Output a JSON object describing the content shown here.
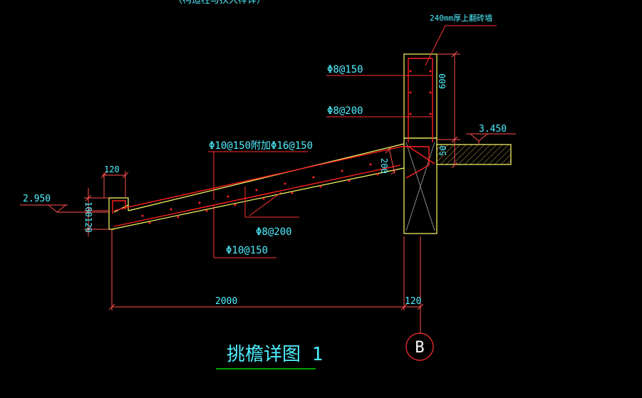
{
  "drawing": {
    "top_fragment": "（构造柱与扶大样详）",
    "title": "挑檐详图 1",
    "grid_bubble": "B"
  },
  "annotations": {
    "wall_note": "240mm厚上翻砖墙",
    "rebar_top_wall": "Φ8@150",
    "rebar_mid_wall": "Φ8@200",
    "rebar_slab_top": "Φ10@150附加Φ16@150",
    "rebar_slab_dist": "Φ8@200",
    "rebar_slab_bottom": "Φ10@150"
  },
  "elevations": {
    "left": "2.950",
    "right": "3.450"
  },
  "dimensions": {
    "lip_width": "120",
    "lip_height_top": "100",
    "lip_height_bottom": "120",
    "slab_thickness": "200",
    "wall_height": "600",
    "floor_thickness": "50",
    "span": "2000",
    "wall_offset": "120"
  },
  "colors": {
    "background": "#000000",
    "structure": "#ffff66",
    "rebar": "#ff2020",
    "dimension": "#ff5050",
    "text": "#4ff0ff",
    "title_underline": "#00ff00"
  }
}
